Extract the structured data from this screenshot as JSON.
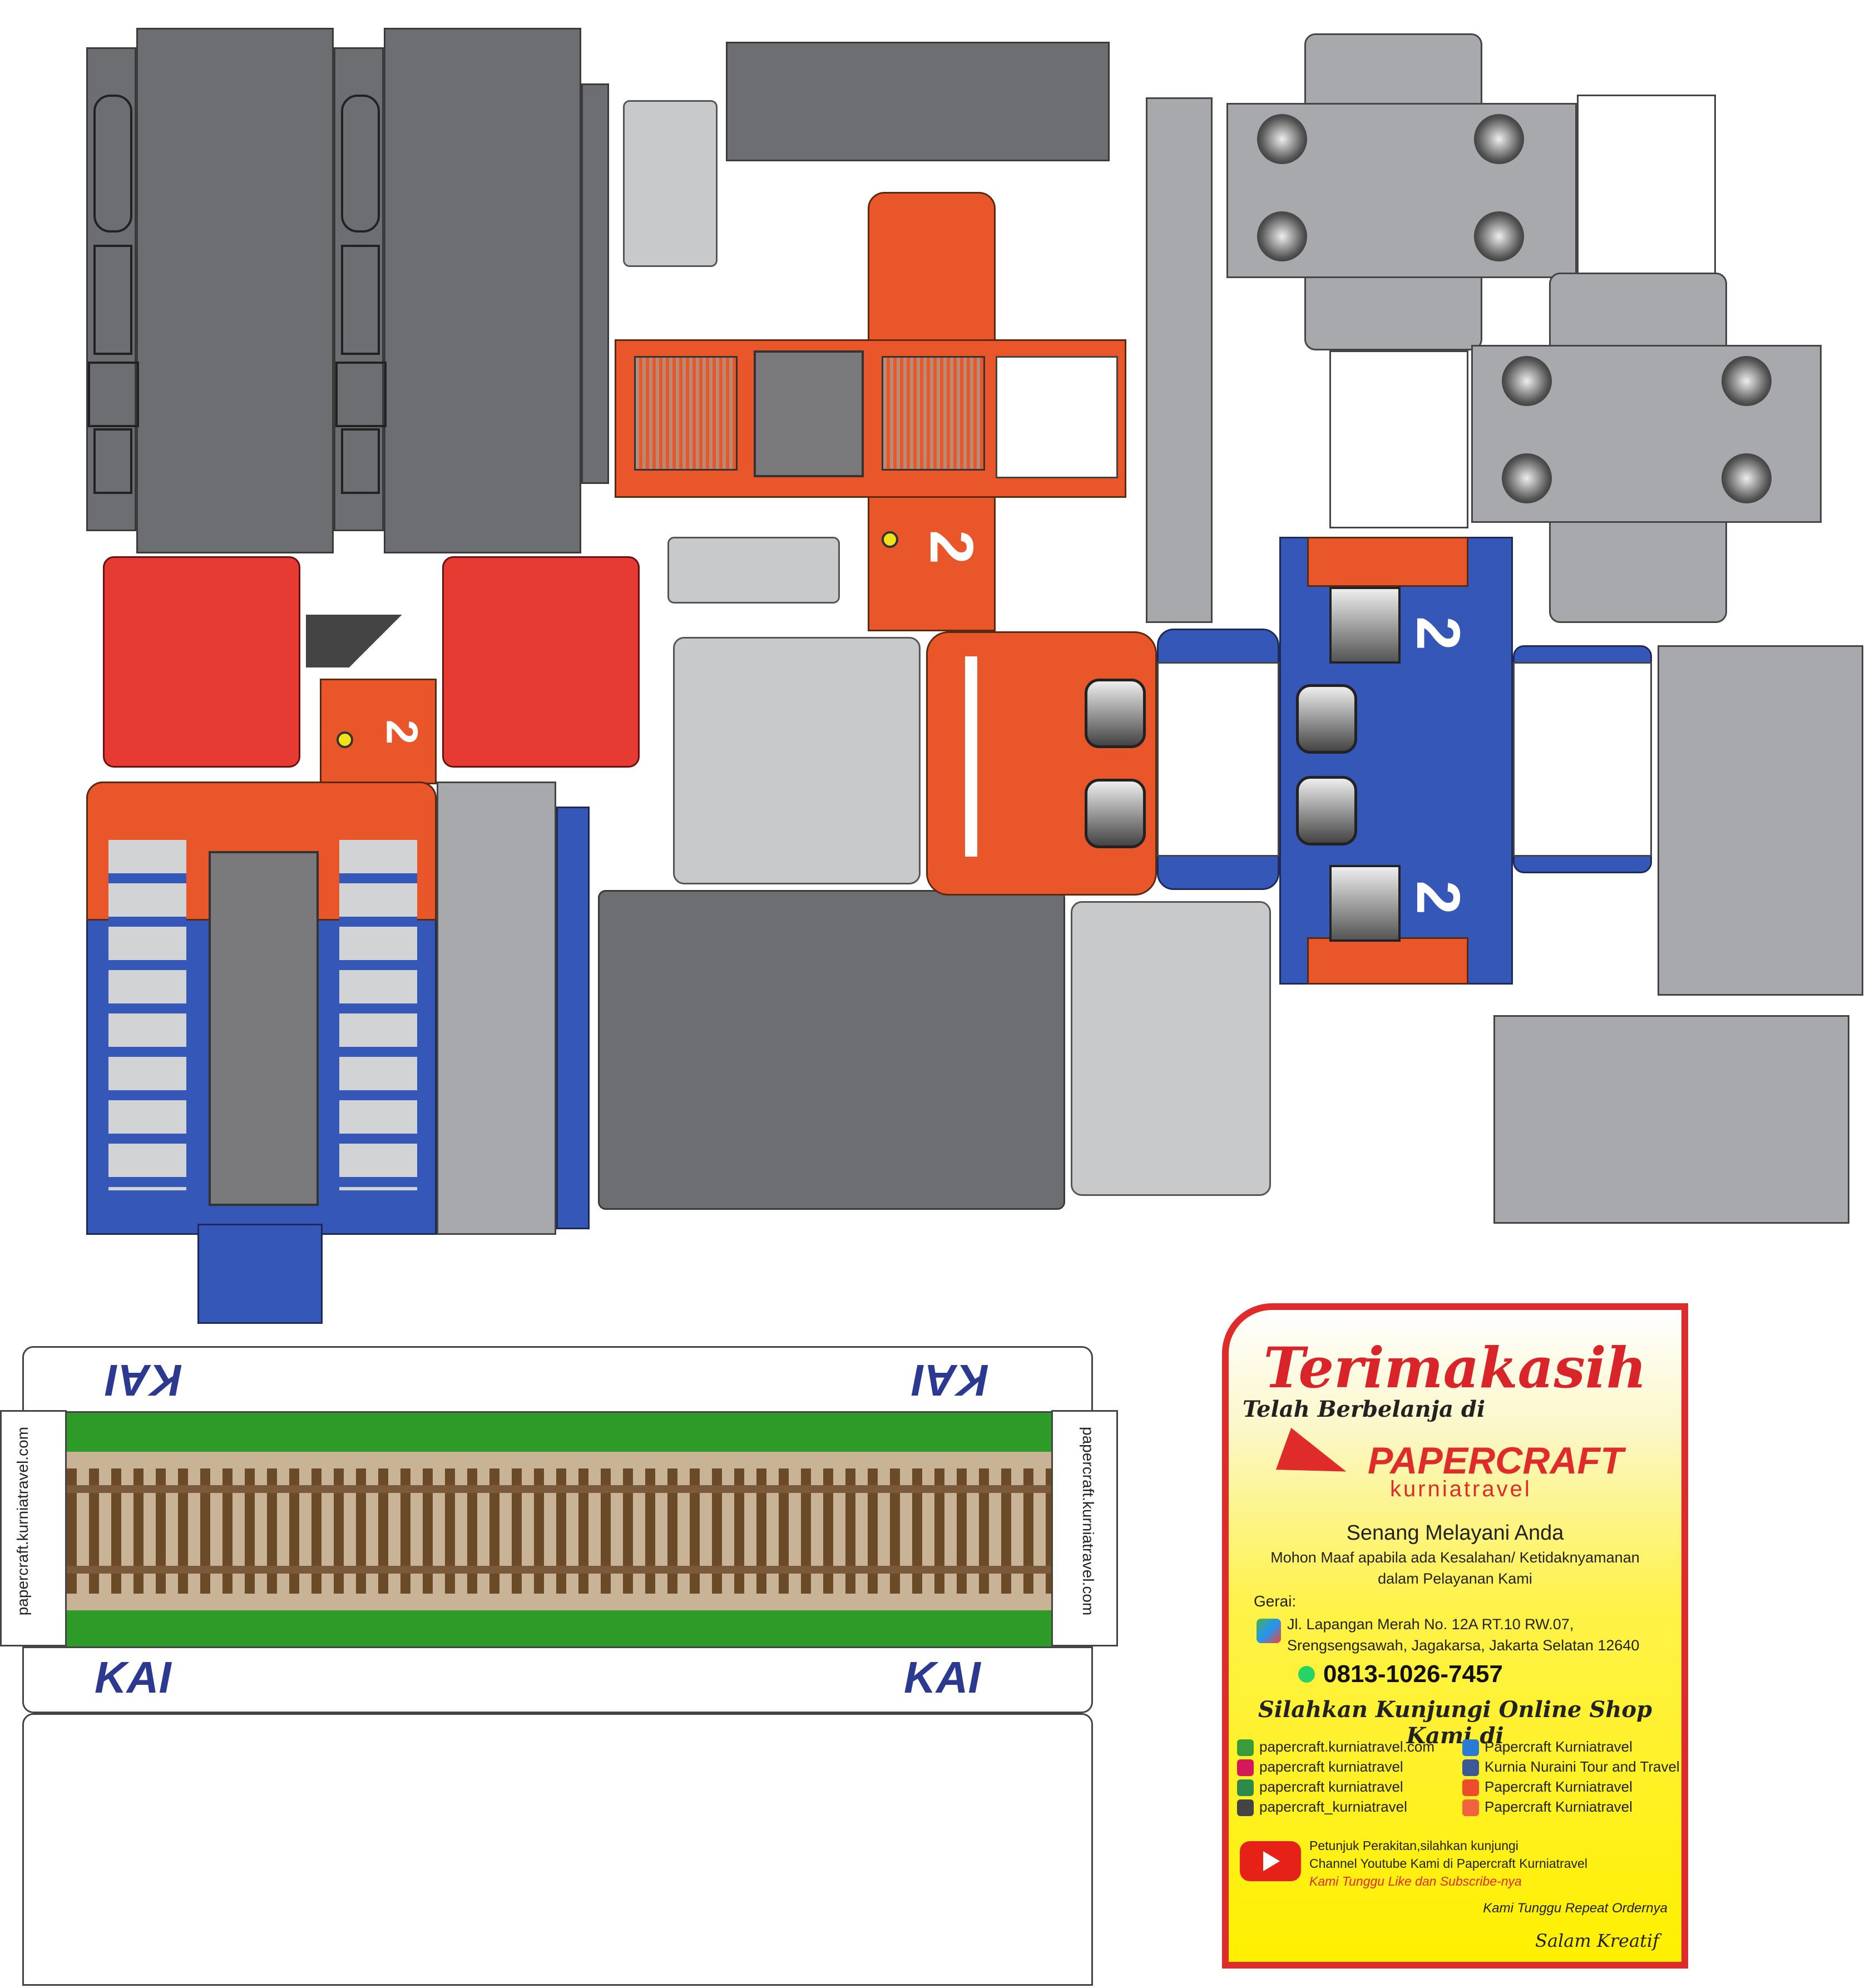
{
  "kai_logo": "KAI",
  "unit_number": "2",
  "side_url": "papercraft.kurniatravel.com",
  "card": {
    "title": "Terimakasih",
    "subtitle": "Telah Berbelanja di",
    "brand_main": "PAPERCRAFT",
    "brand_sub": "kurniatravel",
    "greeting": "Senang Melayani Anda",
    "apology_line1": "Mohon Maaf apabila ada Kesalahan/ Ketidaknyamanan",
    "apology_line2": "dalam Pelayanan Kami",
    "store_label": "Gerai:",
    "address_line1": "Jl. Lapangan Merah No. 12A RT.10 RW.07,",
    "address_line2": "Srengsengsawah, Jagakarsa, Jakarta Selatan 12640",
    "phone": "0813-1026-7457",
    "visit_shop": "Silahkan Kunjungi Online Shop Kami di",
    "links_left": [
      {
        "icon": "globe-icon",
        "color": "#3a9b3a",
        "text": "papercraft.kurniatravel.com"
      },
      {
        "icon": "bukalapak-icon",
        "color": "#d3185c",
        "text": "papercraft kurniatravel"
      },
      {
        "icon": "shop-icon",
        "color": "#2e8a4a",
        "text": "papercraft kurniatravel"
      },
      {
        "icon": "instagram-icon",
        "color": "#444444",
        "text": "papercraft_kurniatravel"
      }
    ],
    "links_right": [
      {
        "icon": "store-icon",
        "color": "#2a7ad6",
        "text": "Papercraft Kurniatravel"
      },
      {
        "icon": "facebook-icon",
        "color": "#3b5998",
        "text": "Kurnia Nuraini Tour and Travel"
      },
      {
        "icon": "cart-icon",
        "color": "#ee4d2d",
        "text": "Papercraft Kurniatravel"
      },
      {
        "icon": "bag-icon",
        "color": "#f06240",
        "text": "Papercraft Kurniatravel"
      }
    ],
    "youtube_line1": "Petunjuk Perakitan,silahkan kunjungi",
    "youtube_line2": "Channel Youtube Kami di Papercraft Kurniatravel",
    "youtube_line3": "Kami Tunggu Like dan Subscribe-nya",
    "repeat_order": "Kami Tunggu Repeat Ordernya",
    "signoff": "Salam Kreatif"
  },
  "colors": {
    "orange": "#e8562a",
    "blue": "#3457b8",
    "red": "#e53b32",
    "dark_gray": "#6d6e71",
    "light_gray": "#c8c9cb",
    "card_border": "#e02b2b",
    "card_yellow": "#fff000",
    "kai_navy": "#2b3990"
  }
}
